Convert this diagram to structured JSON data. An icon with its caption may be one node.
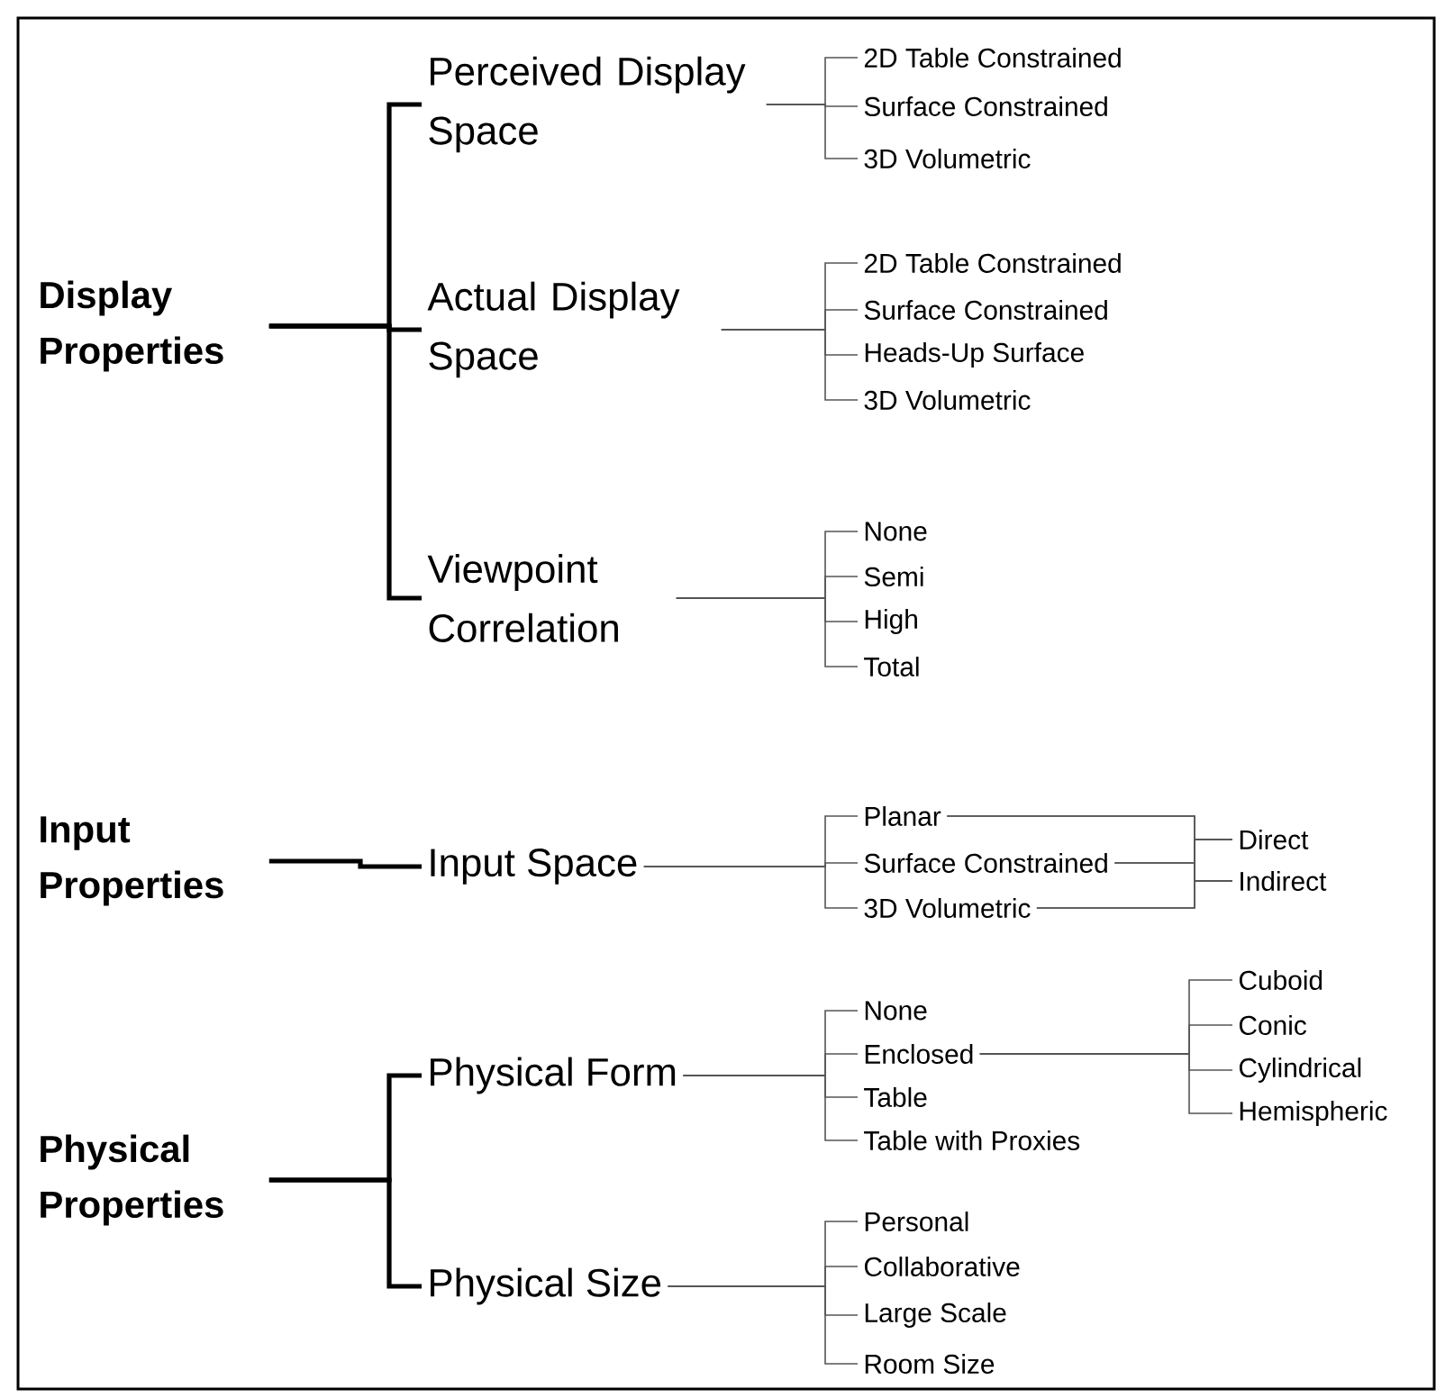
{
  "diagram": {
    "nodes": [
      {
        "text": [
          "Display Properties"
        ]
      },
      {
        "text": [
          "Perceived Display Space"
        ]
      },
      {
        "text": [
          "2D Table Constrained"
        ]
      },
      {
        "text": [
          "Surface Constrained"
        ]
      },
      {
        "text": [
          "3D Volumetric"
        ]
      },
      {
        "text": [
          "Actual Display Space"
        ]
      },
      {
        "text": [
          "2D Table Constrained"
        ]
      },
      {
        "text": [
          "Surface Constrained"
        ]
      },
      {
        "text": [
          "Heads-Up Surface"
        ]
      },
      {
        "text": [
          "3D Volumetric"
        ]
      },
      {
        "text": [
          "Viewpoint Correlation"
        ]
      },
      {
        "text": [
          "None"
        ]
      },
      {
        "text": [
          "Semi"
        ]
      },
      {
        "text": [
          "High"
        ]
      },
      {
        "text": [
          "Total"
        ]
      },
      {
        "text": [
          "Input Properties"
        ]
      },
      {
        "text": [
          "Input Space"
        ]
      },
      {
        "text": [
          "Planar"
        ]
      },
      {
        "text": [
          "Surface Constrained"
        ]
      },
      {
        "text": [
          "3D Volumetric"
        ]
      },
      {
        "text": [
          "Direct"
        ]
      },
      {
        "text": [
          "Indirect"
        ]
      },
      {
        "text": [
          "Physical Properties"
        ]
      },
      {
        "text": [
          "Physical Form"
        ]
      },
      {
        "text": [
          "None"
        ]
      },
      {
        "text": [
          "Enclosed"
        ]
      },
      {
        "text": [
          "Table"
        ]
      },
      {
        "text": [
          "Table with Proxies"
        ]
      },
      {
        "text": [
          "Cuboid"
        ]
      },
      {
        "text": [
          "Conic"
        ]
      },
      {
        "text": [
          "Cylindrical"
        ]
      },
      {
        "text": [
          "Hemispheric"
        ]
      },
      {
        "text": [
          "Physical Size"
        ]
      },
      {
        "text": [
          "Personal"
        ]
      },
      {
        "text": [
          "Collaborative"
        ]
      },
      {
        "text": [
          "Large Scale"
        ]
      },
      {
        "text": [
          "Room Size"
        ]
      }
    ],
    "edges": [
      {
        "from": 0,
        "to": 1,
        "arrow": "none",
        "style": "thick",
        "color": "#000000"
      },
      {
        "from": 0,
        "to": 5,
        "arrow": "none",
        "style": "thick",
        "color": "#000000"
      },
      {
        "from": 0,
        "to": 10,
        "arrow": "none",
        "style": "thick",
        "color": "#000000"
      },
      {
        "from": 1,
        "to": 2,
        "arrow": "none"
      },
      {
        "from": 1,
        "to": 3,
        "arrow": "none"
      },
      {
        "from": 1,
        "to": 4,
        "arrow": "none"
      },
      {
        "from": 5,
        "to": 6,
        "arrow": "none"
      },
      {
        "from": 5,
        "to": 7,
        "arrow": "none"
      },
      {
        "from": 5,
        "to": 8,
        "arrow": "none"
      },
      {
        "from": 5,
        "to": 9,
        "arrow": "none"
      },
      {
        "from": 10,
        "to": 11,
        "arrow": "none"
      },
      {
        "from": 10,
        "to": 12,
        "arrow": "none"
      },
      {
        "from": 10,
        "to": 13,
        "arrow": "none"
      },
      {
        "from": 10,
        "to": 14,
        "arrow": "none"
      },
      {
        "from": 15,
        "to": 16,
        "arrow": "none",
        "style": "thick",
        "color": "#000000"
      },
      {
        "from": 16,
        "to": 17,
        "arrow": "none"
      },
      {
        "from": 16,
        "to": 18,
        "arrow": "none"
      },
      {
        "from": 16,
        "to": 19,
        "arrow": "none"
      },
      {
        "from": 17,
        "to": 20,
        "arrow": "none"
      },
      {
        "from": 17,
        "to": 21,
        "arrow": "none"
      },
      {
        "from": 18,
        "to": 20,
        "arrow": "none"
      },
      {
        "from": 18,
        "to": 21,
        "arrow": "none"
      },
      {
        "from": 19,
        "to": 20,
        "arrow": "none"
      },
      {
        "from": 19,
        "to": 21,
        "arrow": "none"
      },
      {
        "from": 22,
        "to": 23,
        "arrow": "none",
        "style": "thick",
        "color": "#000000"
      },
      {
        "from": 22,
        "to": 32,
        "arrow": "none",
        "style": "thick",
        "color": "#000000"
      },
      {
        "from": 23,
        "to": 24,
        "arrow": "none"
      },
      {
        "from": 23,
        "to": 25,
        "arrow": "none"
      },
      {
        "from": 23,
        "to": 26,
        "arrow": "none"
      },
      {
        "from": 23,
        "to": 27,
        "arrow": "none"
      },
      {
        "from": 25,
        "to": 28,
        "arrow": "none"
      },
      {
        "from": 25,
        "to": 29,
        "arrow": "none"
      },
      {
        "from": 25,
        "to": 30,
        "arrow": "none"
      },
      {
        "from": 25,
        "to": 31,
        "arrow": "none"
      },
      {
        "from": 32,
        "to": 33,
        "arrow": "none"
      },
      {
        "from": 32,
        "to": 34,
        "arrow": "none"
      },
      {
        "from": 32,
        "to": 35,
        "arrow": "none"
      },
      {
        "from": 32,
        "to": 36,
        "arrow": "none"
      }
    ]
  }
}
